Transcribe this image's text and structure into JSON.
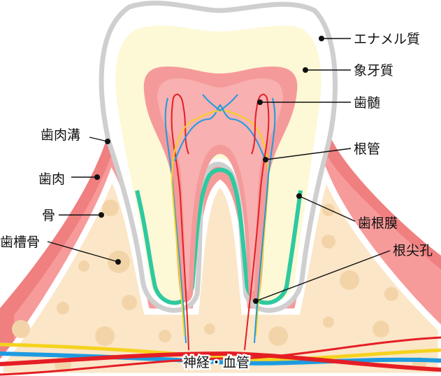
{
  "labels": {
    "enamel": "エナメル質",
    "dentin": "象牙質",
    "pulp": "歯髄",
    "root_canal": "根管",
    "periodontal_ligament": "歯根膜",
    "apical_foramen": "根尖孔",
    "gingival_sulcus": "歯肉溝",
    "gingiva": "歯肉",
    "bone": "骨",
    "alveolar_bone": "歯槽骨",
    "nerve_vessel": "神経・血管"
  },
  "colors": {
    "enamel": "#ffffff",
    "enamel_outline": "#cfcfcf",
    "dentin": "#fdf8d6",
    "pulp": "#f59a9a",
    "gingiva": "#f07f80",
    "bone": "#fbe6c8",
    "bone_spots": "#f3d4a8",
    "ligament": "#2ec9a0",
    "nerve": "#f5d21e",
    "artery": "#e51e25",
    "vein": "#1e9be0"
  }
}
